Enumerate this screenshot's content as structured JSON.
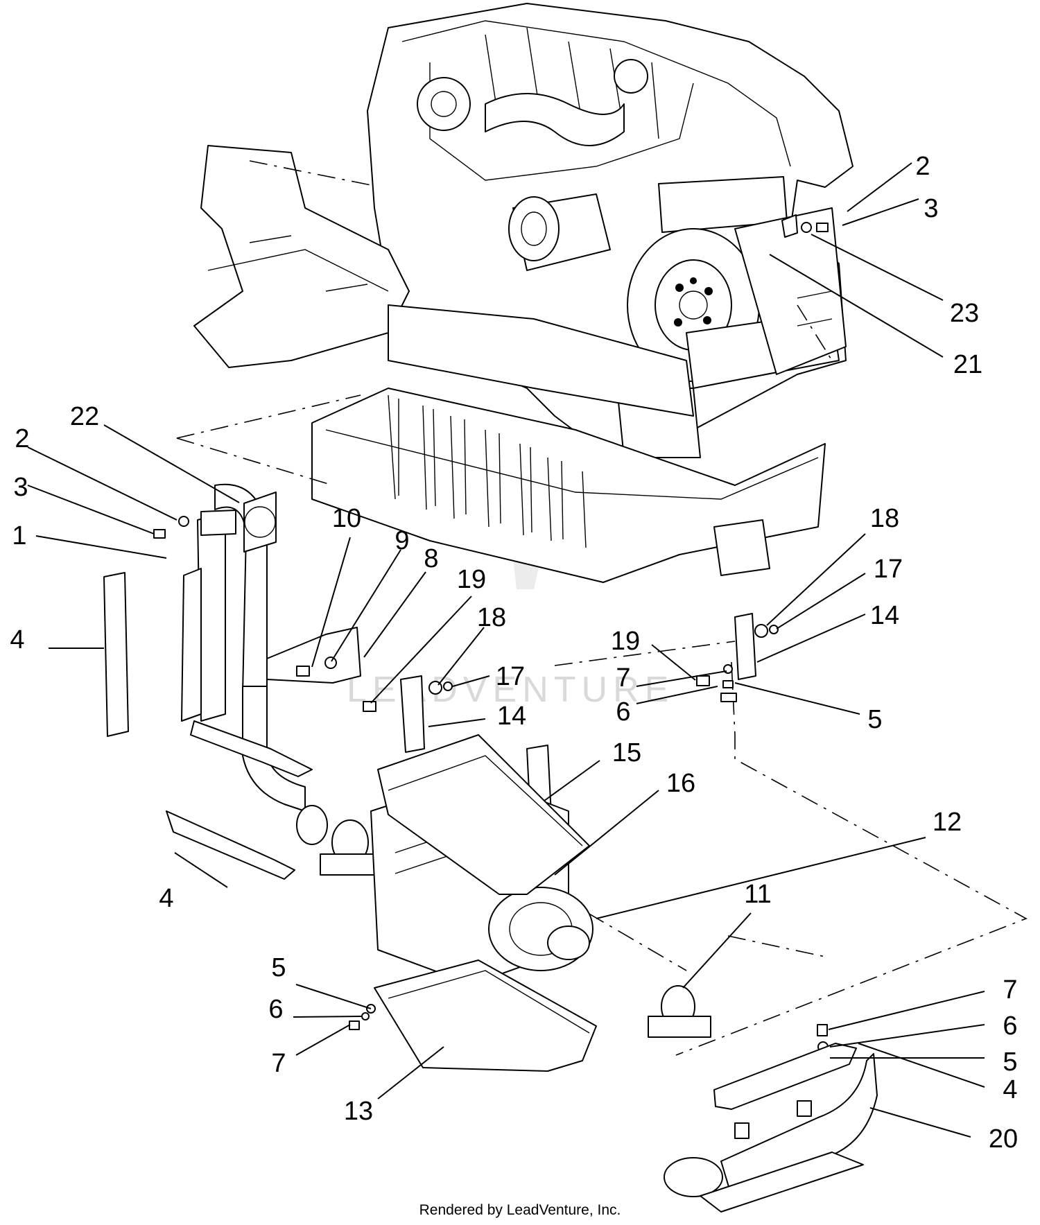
{
  "callouts": [
    {
      "id": "c2a",
      "label": "2"
    },
    {
      "id": "c3a",
      "label": "3"
    },
    {
      "id": "c23",
      "label": "23"
    },
    {
      "id": "c21",
      "label": "21"
    },
    {
      "id": "c22",
      "label": "22"
    },
    {
      "id": "c2b",
      "label": "2"
    },
    {
      "id": "c3b",
      "label": "3"
    },
    {
      "id": "c1",
      "label": "1"
    },
    {
      "id": "c4a",
      "label": "4"
    },
    {
      "id": "c10",
      "label": "10"
    },
    {
      "id": "c9",
      "label": "9"
    },
    {
      "id": "c8",
      "label": "8"
    },
    {
      "id": "c19a",
      "label": "19"
    },
    {
      "id": "c18a",
      "label": "18"
    },
    {
      "id": "c17a",
      "label": "17"
    },
    {
      "id": "c14a",
      "label": "14"
    },
    {
      "id": "c18b",
      "label": "18"
    },
    {
      "id": "c17b",
      "label": "17"
    },
    {
      "id": "c14b",
      "label": "14"
    },
    {
      "id": "c19b",
      "label": "19"
    },
    {
      "id": "c7a",
      "label": "7"
    },
    {
      "id": "c6a",
      "label": "6"
    },
    {
      "id": "c5a",
      "label": "5"
    },
    {
      "id": "c15",
      "label": "15"
    },
    {
      "id": "c16",
      "label": "16"
    },
    {
      "id": "c12",
      "label": "12"
    },
    {
      "id": "c4b",
      "label": "4"
    },
    {
      "id": "c11",
      "label": "11"
    },
    {
      "id": "c5b",
      "label": "5"
    },
    {
      "id": "c6b",
      "label": "6"
    },
    {
      "id": "c7b",
      "label": "7"
    },
    {
      "id": "c13",
      "label": "13"
    },
    {
      "id": "c7c",
      "label": "7"
    },
    {
      "id": "c6c",
      "label": "6"
    },
    {
      "id": "c5c",
      "label": "5"
    },
    {
      "id": "c4c",
      "label": "4"
    },
    {
      "id": "c20",
      "label": "20"
    }
  ],
  "watermark": "LEADVENTURE",
  "footer": "Rendered by LeadVenture, Inc."
}
